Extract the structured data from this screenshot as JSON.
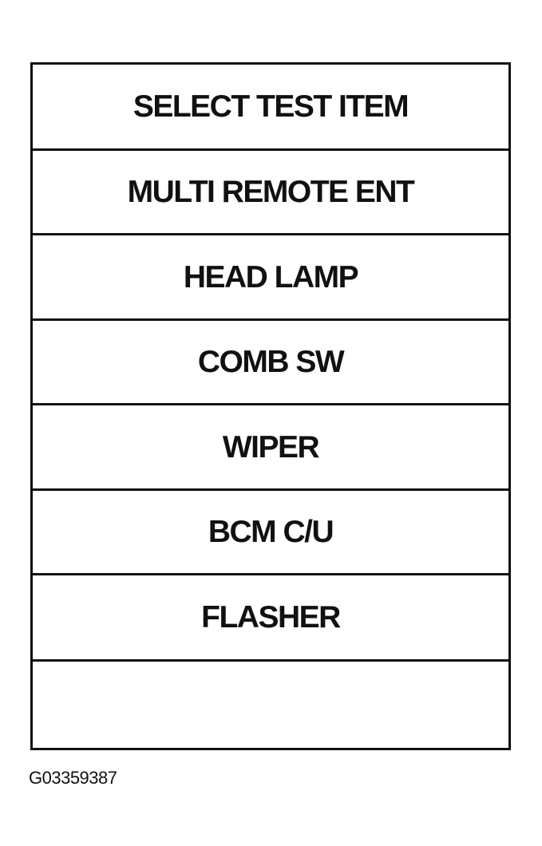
{
  "screen": {
    "title": "SELECT TEST ITEM",
    "items": [
      {
        "label": "MULTI REMOTE ENT"
      },
      {
        "label": "HEAD LAMP"
      },
      {
        "label": "COMB SW"
      },
      {
        "label": "WIPER"
      },
      {
        "label": "BCM C/U"
      },
      {
        "label": "FLASHER"
      },
      {
        "label": ""
      }
    ]
  },
  "figure_code": "G03359387"
}
